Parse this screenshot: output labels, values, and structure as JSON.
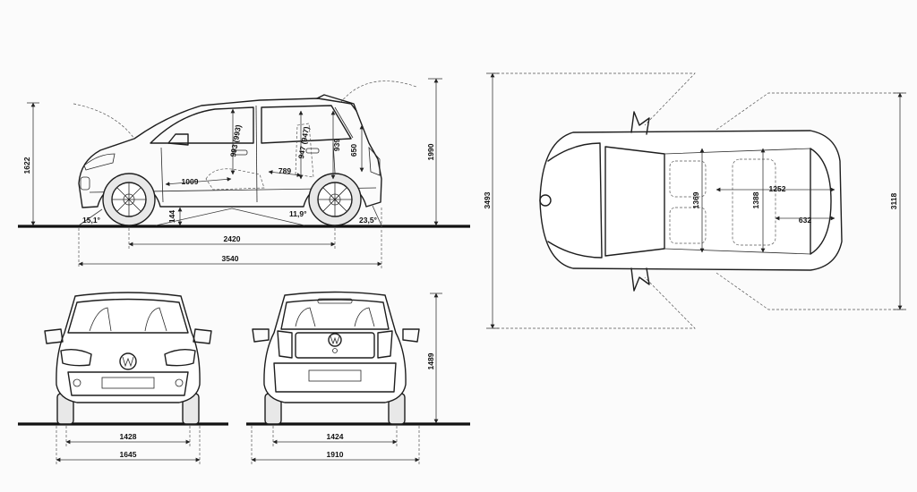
{
  "side_view": {
    "height_total": "1622",
    "height_with_door": "1990",
    "roof_to_floor_front": "993 (993)",
    "roof_to_floor_rear": "947 (947)",
    "rear_headroom": "939",
    "trunk_height": "650",
    "rear_legroom": "789",
    "front_seat_depth": "1009",
    "ground_clearance": "144",
    "approach_angle": "15,1°",
    "ramp_angle": "11,9°",
    "departure_angle": "23,5°",
    "wheelbase": "2420",
    "length": "3540"
  },
  "front_view": {
    "track_front": "1428",
    "width": "1645"
  },
  "rear_view": {
    "height": "1489",
    "track_rear": "1424",
    "width_mirrors": "1910"
  },
  "top_view": {
    "length_doors_open": "3493",
    "width_doors_open": "3118",
    "interior_width_front": "1369",
    "interior_width_rear": "1388",
    "interior_length": "1252",
    "trunk_length": "632"
  }
}
